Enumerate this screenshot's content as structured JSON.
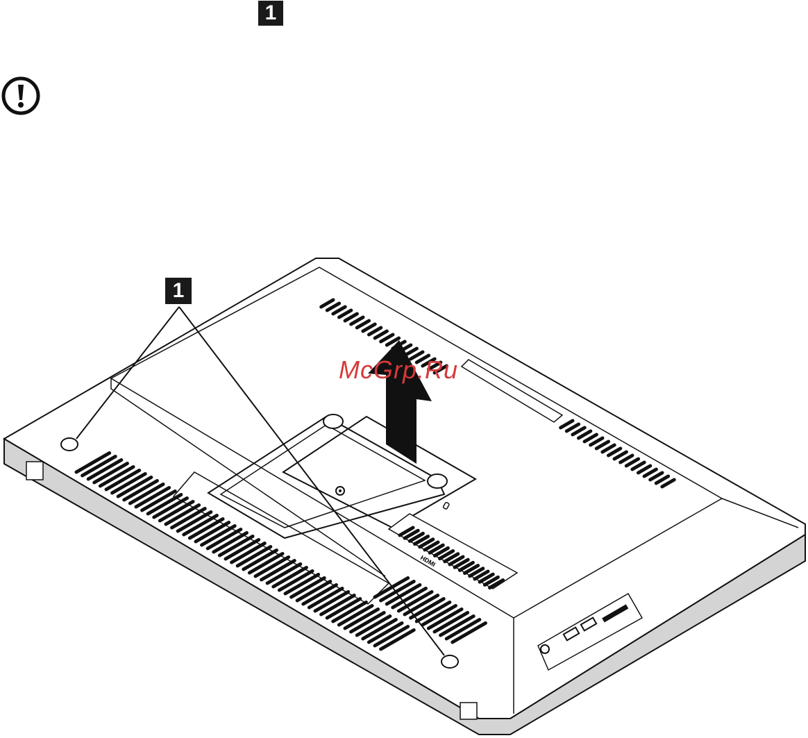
{
  "callouts": {
    "top_marker": "1",
    "figure_marker": "1"
  },
  "icons": {
    "alert": "exclamation-circle-icon"
  },
  "figure": {
    "port_labels": {
      "hdmi": "HDMI"
    }
  },
  "watermark": "McGrp.Ru",
  "colors": {
    "outline": "#111111",
    "side_fill": "#d4d4d4",
    "callout_bg": "#1a1a1a",
    "watermark": "#d63a3a"
  }
}
